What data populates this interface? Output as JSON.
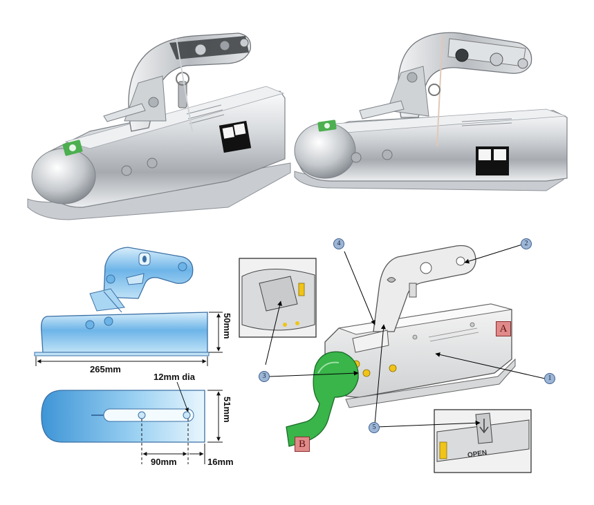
{
  "dimensions": {
    "length": "265mm",
    "height": "50mm",
    "width": "51mm",
    "hole_diameter": "12mm dia",
    "hole_spacing": "90mm",
    "end_offset": "16mm"
  },
  "callouts": [
    "1",
    "2",
    "3",
    "4",
    "5"
  ],
  "part_letters": {
    "a": "A",
    "b": "B"
  },
  "colors": {
    "blueprint_fill": "#8fc6ee",
    "blueprint_outline": "#3a6fa4",
    "ball_green": "#39b54a",
    "zinc_light": "#e6e8ea",
    "zinc_dark": "#8b9096",
    "label_red": "#e08a8a",
    "callout_blue": "#9db6d6"
  },
  "decals": {
    "open_label": "OPEN"
  }
}
